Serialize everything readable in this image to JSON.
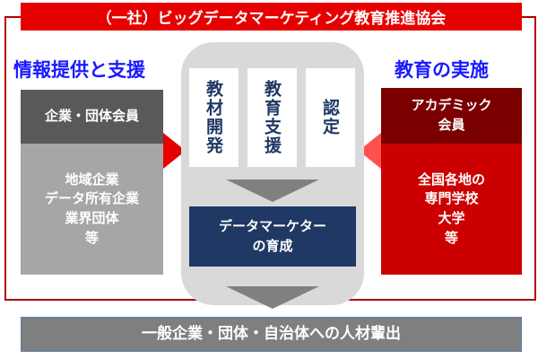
{
  "title": "（一社）ビッグデータマーケティング教育推進協会",
  "left": {
    "heading": "情報提供と支援",
    "header": "企業・団体会員",
    "body": "地域企業\nデータ所有企業\n業界団体\n等"
  },
  "right": {
    "heading": "教育の実施",
    "header": "アカデミック\n会員",
    "body": "全国各地の\n専門学校\n大学\n等"
  },
  "center": {
    "columns": [
      "教材開発",
      "教育支援",
      "認定"
    ],
    "result": "データマーケター\nの育成"
  },
  "output": "一般企業・団体・自治体への人材輩出",
  "colors": {
    "red": "#e60000",
    "dark_red": "#7a0000",
    "navy": "#1f3864",
    "blue": "#1a1aff"
  }
}
